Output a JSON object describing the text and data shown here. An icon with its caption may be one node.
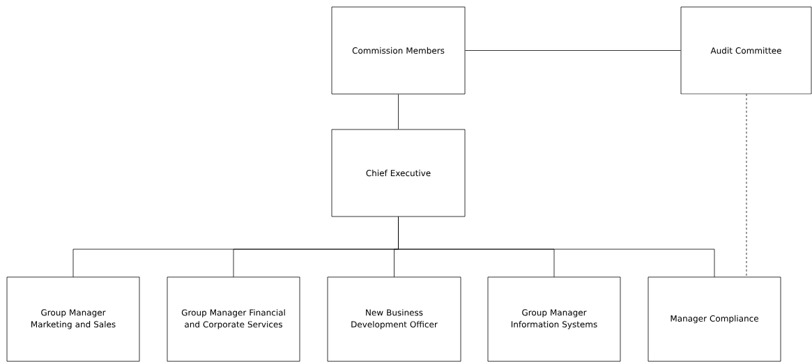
{
  "diagram": {
    "nodes": [
      {
        "text": [
          "Commission Members"
        ]
      },
      {
        "text": [
          "Audit Committee"
        ]
      },
      {
        "text": [
          "Chief Executive"
        ]
      },
      {
        "text": [
          "Group Manager Marketing and Sales"
        ]
      },
      {
        "text": [
          "Group Manager Financial and Corporate Services"
        ]
      },
      {
        "text": [
          "New Business Development Officer"
        ]
      },
      {
        "text": [
          "Group Manager Information Systems"
        ]
      },
      {
        "text": [
          "Manager Compliance"
        ]
      }
    ],
    "edges": [
      {
        "from": 0,
        "to": 1,
        "arrow": "none"
      },
      {
        "from": 0,
        "to": 2,
        "arrow": "none"
      },
      {
        "from": 2,
        "to": 3,
        "arrow": "none"
      },
      {
        "from": 2,
        "to": 4,
        "arrow": "none"
      },
      {
        "from": 2,
        "to": 5,
        "arrow": "none"
      },
      {
        "from": 2,
        "to": 6,
        "arrow": "none"
      },
      {
        "from": 2,
        "to": 7,
        "arrow": "none"
      },
      {
        "from": 1,
        "to": 7,
        "arrow": "none",
        "style": "dashed"
      }
    ]
  }
}
